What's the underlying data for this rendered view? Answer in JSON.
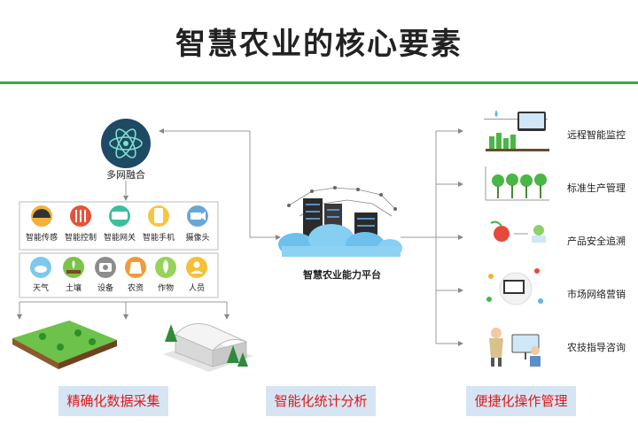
{
  "title": "智慧农业的核心要素",
  "hub_label": "多网融合",
  "platform_label": "智慧农业能力平台",
  "device_row": [
    {
      "label": "智能传感",
      "icon": "gauge-icon"
    },
    {
      "label": "智能控制",
      "icon": "control-panel-icon"
    },
    {
      "label": "智能网关",
      "icon": "gateway-icon"
    },
    {
      "label": "智能手机",
      "icon": "phone-icon"
    },
    {
      "label": "摄像头",
      "icon": "camera-icon"
    }
  ],
  "source_row": [
    {
      "label": "天气",
      "icon": "cloud-icon"
    },
    {
      "label": "土壤",
      "icon": "soil-icon"
    },
    {
      "label": "设备",
      "icon": "device-icon"
    },
    {
      "label": "农资",
      "icon": "supplies-bag-icon"
    },
    {
      "label": "作物",
      "icon": "crop-icon"
    },
    {
      "label": "人员",
      "icon": "person-icon"
    }
  ],
  "right_items": [
    {
      "label": "远程智能监控",
      "icon": "monitoring-icon"
    },
    {
      "label": "标准生产管理",
      "icon": "production-icon"
    },
    {
      "label": "产品安全追溯",
      "icon": "traceability-icon"
    },
    {
      "label": "市场网络营销",
      "icon": "marketing-icon"
    },
    {
      "label": "农技指导咨询",
      "icon": "consulting-icon"
    }
  ],
  "bottom_labels": [
    "精确化数据采集",
    "智能化统计分析",
    "便捷化操作管理"
  ],
  "colors": {
    "accent_green": "#3aa84a",
    "bottom_bg": "#d5e5f4",
    "bottom_text": "#e01818"
  }
}
